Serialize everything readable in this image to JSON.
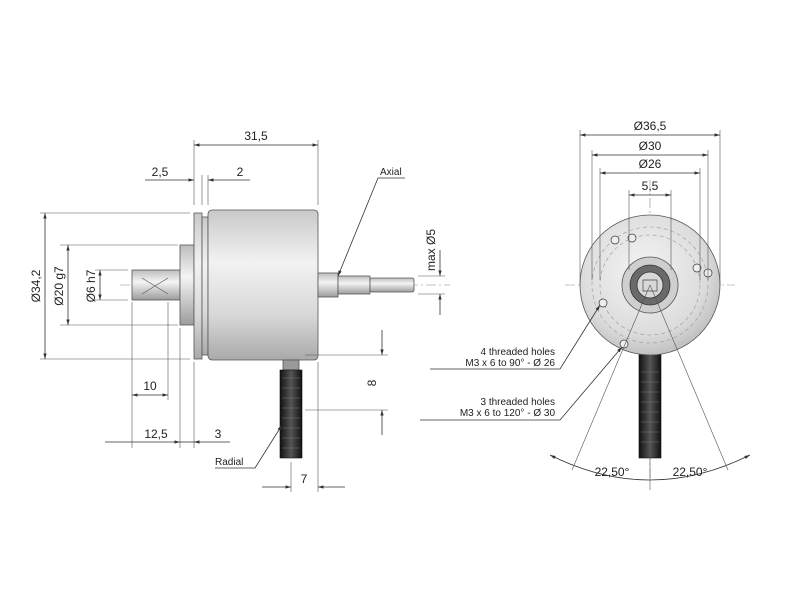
{
  "side_view": {
    "dim_overall_length": "31,5",
    "dim_flange": "2,5",
    "dim_spigot": "2",
    "dim_body_dia": "Ø34,2",
    "dim_pilot_dia": "Ø20 g7",
    "dim_shaft_dia": "Ø6 h7",
    "dim_shaft_flat": "10",
    "dim_shaft_length": "12,5",
    "dim_pilot_length": "3",
    "dim_cable_offset": "7",
    "dim_cable_height": "8",
    "dim_axial_cable": "max Ø5",
    "label_axial": "Axial",
    "label_radial": "Radial"
  },
  "front_view": {
    "dim_outer_dia": "Ø36,5",
    "dim_bolt_circle_30": "Ø30",
    "dim_bolt_circle_26": "Ø26",
    "dim_flat": "5,5",
    "angle_left": "22,50°",
    "angle_right": "22,50°",
    "holes_note_1_title": "4 threaded holes",
    "holes_note_1_spec": "M3 x 6 to 90° - Ø 26",
    "holes_note_2_title": "3 threaded holes",
    "holes_note_2_spec": "M3 x 6 to 120° - Ø 30"
  }
}
